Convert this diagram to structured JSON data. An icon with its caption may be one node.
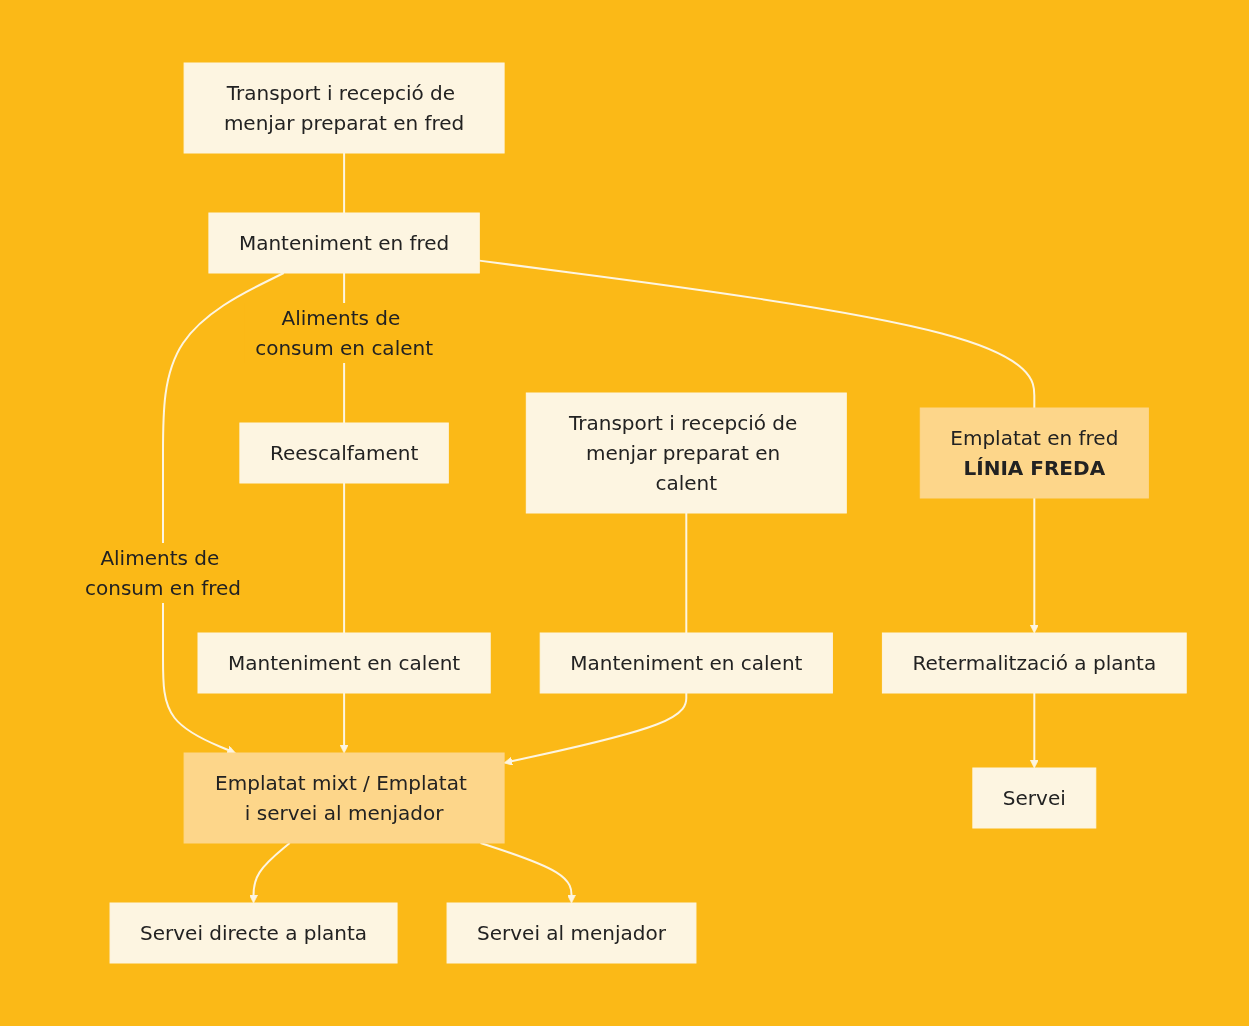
{
  "diagram": {
    "nodes": [
      {
        "text": [
          "Transport i recepció de menjar preparat en fred"
        ]
      },
      {
        "text": [
          "Manteniment en fred"
        ]
      },
      {
        "text": [
          "Transport i recepció de menjar preparat en calent"
        ]
      },
      {
        "text": [
          "Manteniment en calent"
        ]
      },
      {
        "text": [
          "Reescalfament"
        ]
      },
      {
        "text": [
          "Manteniment en calent"
        ]
      },
      {
        "text": [
          "Emplatat en fred",
          "LÍNIA FREDA"
        ]
      },
      {
        "text": [
          "Retermalització a planta"
        ]
      },
      {
        "text": [
          "Emplatat mixt / Emplatat i servei al menjador"
        ]
      },
      {
        "text": [
          "Servei"
        ]
      },
      {
        "text": [
          "Servei directe a planta"
        ]
      },
      {
        "text": [
          "Servei al menjador"
        ]
      }
    ],
    "edges": [
      {
        "from": 0,
        "to": 1,
        "arrow": "none"
      },
      {
        "from": 2,
        "to": 3,
        "arrow": "none"
      },
      {
        "from": 1,
        "to": 4,
        "arrow": "none",
        "label": "Aliments de consum en calent"
      },
      {
        "from": 4,
        "to": 5,
        "arrow": "none"
      },
      {
        "from": 1,
        "to": 6,
        "arrow": "none"
      },
      {
        "from": 1,
        "to": 8,
        "arrow": "to",
        "label": "Aliments de consum en fred"
      },
      {
        "from": 5,
        "to": 8,
        "arrow": "to"
      },
      {
        "from": 3,
        "to": 8,
        "arrow": "to"
      },
      {
        "from": 6,
        "to": 7,
        "arrow": "to"
      },
      {
        "from": 7,
        "to": 9,
        "arrow": "to"
      },
      {
        "from": 8,
        "to": 10,
        "arrow": "to"
      },
      {
        "from": 8,
        "to": 11,
        "arrow": "to"
      }
    ]
  }
}
